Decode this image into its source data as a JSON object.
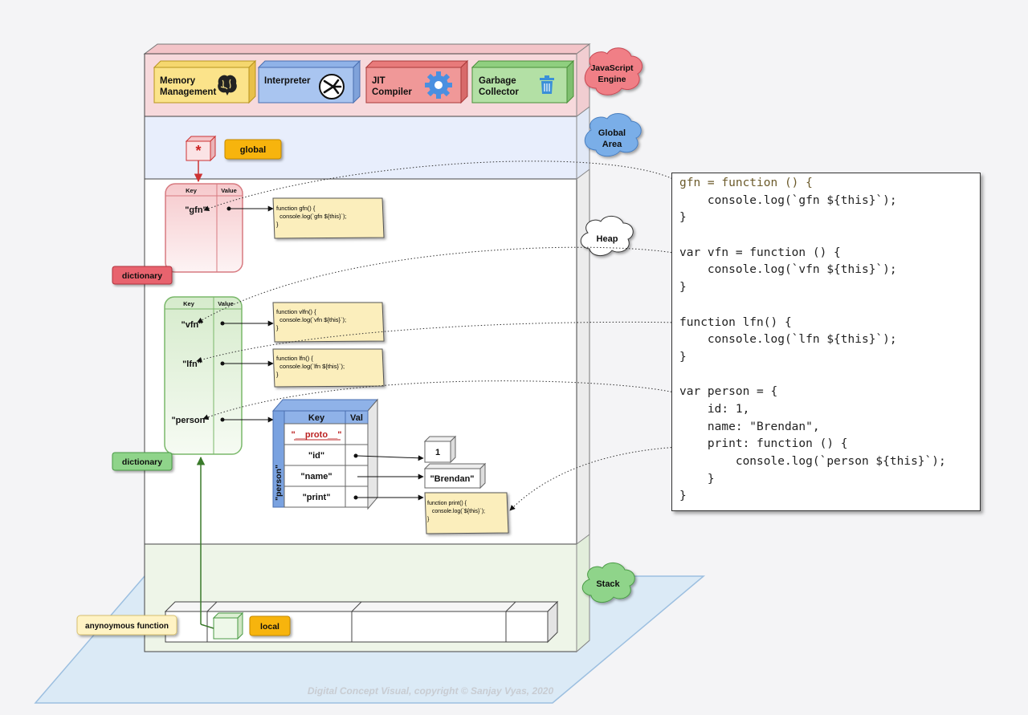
{
  "engine": {
    "cloud_label": [
      "JavaScript",
      "Engine"
    ],
    "components": [
      {
        "label": [
          "Memory",
          "Management"
        ],
        "icon": "brain-icon"
      },
      {
        "label": [
          "Interpreter"
        ],
        "icon": "interpreter-icon"
      },
      {
        "label": [
          "JIT",
          "Compiler"
        ],
        "icon": "gear-icon"
      },
      {
        "label": [
          "Garbage",
          "Collector"
        ],
        "icon": "trash-icon"
      }
    ]
  },
  "global_area": {
    "cloud_label": [
      "Global",
      "Area"
    ],
    "global_tag": "global",
    "star": "*"
  },
  "heap": {
    "cloud_label": "Heap",
    "global_dict": {
      "tag": "dictionary",
      "headers": [
        "Key",
        "Value"
      ],
      "entries": [
        "\"gfn\""
      ]
    },
    "gfn_code": [
      "function gfn() {",
      "  console.log(`gfn ${this}`);",
      "}"
    ],
    "local_dict": {
      "tag": "dictionary",
      "headers": [
        "Key",
        "Value"
      ],
      "entries": [
        "\"vfn\"",
        "\"lfn\"",
        "\"person\""
      ]
    },
    "vfn_code": [
      "function vlfn() {",
      "  console.log(`vfn ${this}`);",
      "}"
    ],
    "lfn_code": [
      "function lfn() {",
      "  console.log(`lfn ${this}`);",
      "}"
    ],
    "person_obj": {
      "side_label": "\"person\"",
      "headers": [
        "Key",
        "Val"
      ],
      "keys": [
        "\"__proto__\"",
        "\"id\"",
        "\"name\"",
        "\"print\""
      ]
    },
    "id_value": "1",
    "name_value": "\"Brendan\"",
    "print_code": [
      "function print() {",
      "   console.log(`${this}`);",
      "}"
    ]
  },
  "stack": {
    "cloud_label": "Stack",
    "frame_tag": "anynoymous function",
    "local_tag": "local"
  },
  "code": [
    "gfn = function () {",
    "    console.log(`gfn ${this}`);",
    "}",
    "",
    "var vfn = function () {",
    "    console.log(`vfn ${this}`);",
    "}",
    "",
    "function lfn() {",
    "    console.log(`lfn ${this}`);",
    "}",
    "",
    "var person = {",
    "    id: 1,",
    "    name: \"Brendan\",",
    "    print: function () {",
    "        console.log(`person ${this}`);",
    "    }",
    "}"
  ],
  "copyright": "Digital Concept Visual, copyright © Sanjay Vyas, 2020",
  "colors": {
    "engine_bg": "#f7d9dc",
    "global_bg": "#e8eefc",
    "heap_bg": "#ffffff",
    "stack_bg": "#eef5e8",
    "floor": "#dbeaf6"
  }
}
